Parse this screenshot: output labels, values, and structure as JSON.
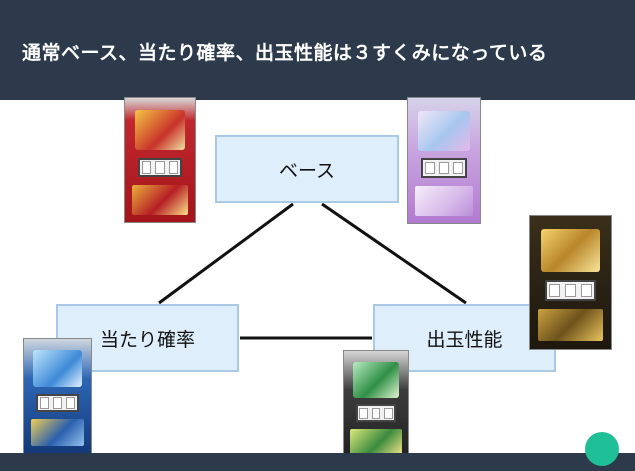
{
  "slide": {
    "title": "通常ベース、当たり確率、出玉性能は３すくみになっている"
  },
  "diagram": {
    "nodes": {
      "top": "ベース",
      "left": "当たり確率",
      "right": "出玉性能"
    }
  },
  "colors": {
    "header": "#2c3a4b",
    "node_fill": "#dfeefb",
    "node_border": "#a9c9e6",
    "accent": "#1fbf97"
  }
}
